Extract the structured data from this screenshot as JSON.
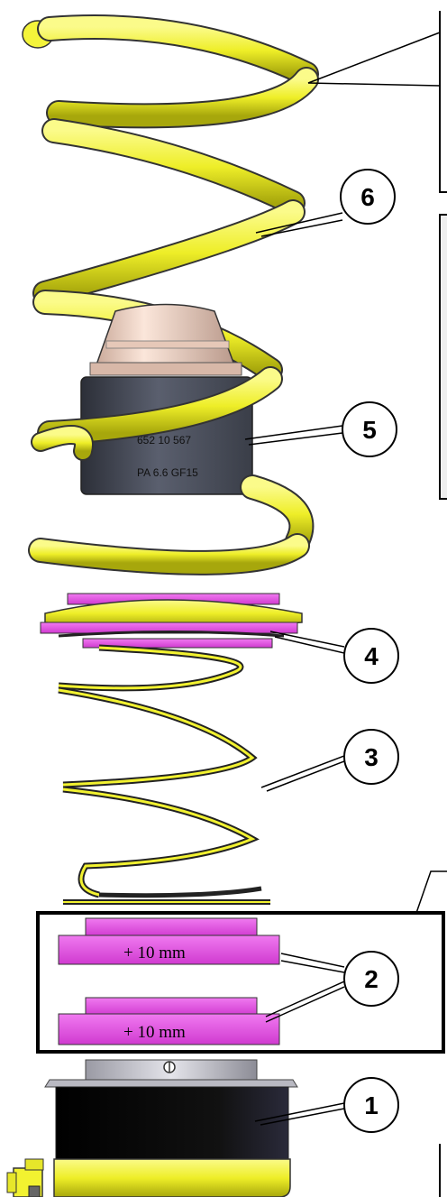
{
  "callouts": [
    {
      "id": "6",
      "label": "6"
    },
    {
      "id": "5",
      "label": "5"
    },
    {
      "id": "4",
      "label": "4"
    },
    {
      "id": "3",
      "label": "3"
    },
    {
      "id": "2",
      "label": "2"
    },
    {
      "id": "1",
      "label": "1"
    }
  ],
  "spacers": [
    {
      "label": "+ 10 mm"
    },
    {
      "label": "+ 10 mm"
    }
  ],
  "bump_stop_markings": {
    "part_number": "652 10 567",
    "material": "PA 6.6 GF15"
  },
  "colors": {
    "main_spring": "#f2f230",
    "spacer": "#e64ae6",
    "bump_stop": "#4a4f5c",
    "adjuster_body": "#0a0a0a",
    "base_bracket": "#f2f230"
  }
}
